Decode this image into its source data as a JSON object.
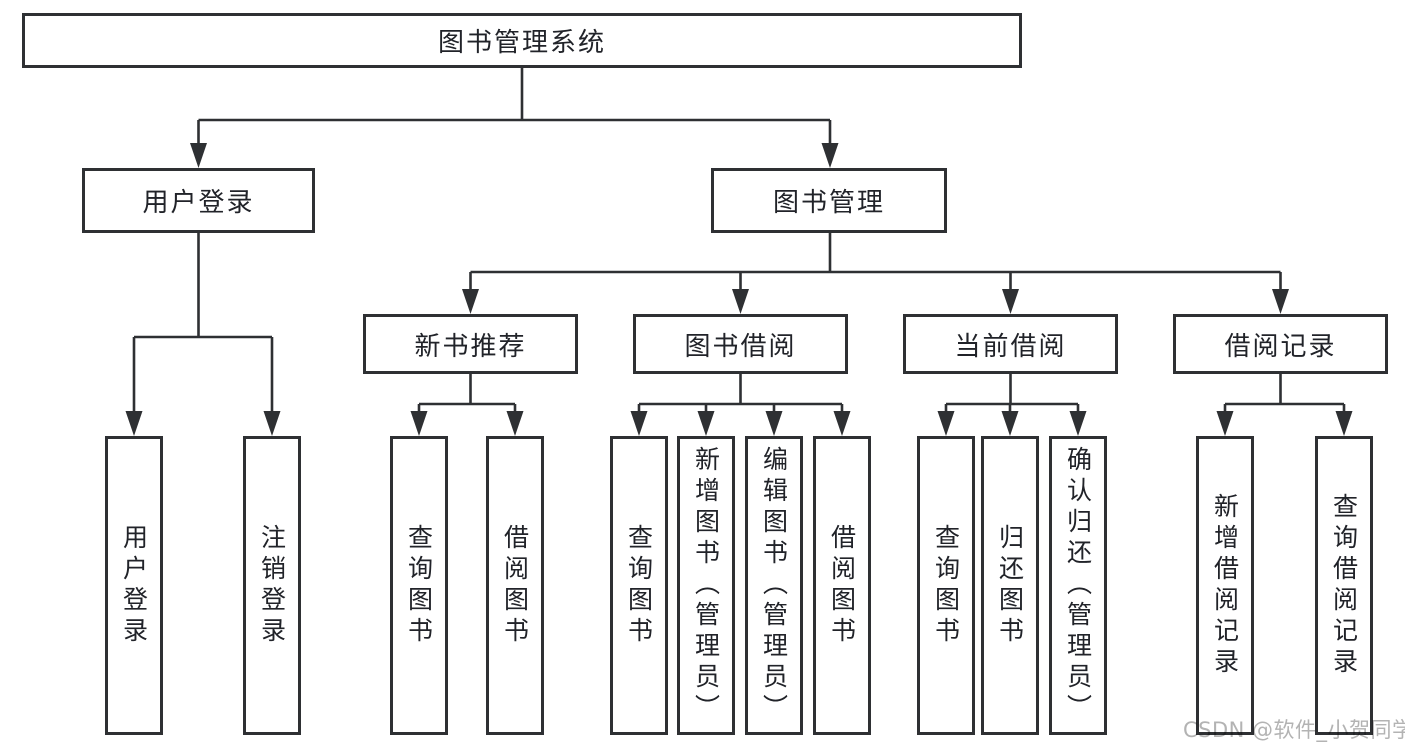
{
  "nodes": {
    "root": {
      "label": "图书管理系统"
    },
    "branches": [
      {
        "label": "用户登录",
        "children": [
          {
            "label": "用户登录"
          },
          {
            "label": "注销登录"
          }
        ]
      },
      {
        "label": "图书管理",
        "children": [
          {
            "label": "新书推荐",
            "children": [
              {
                "label": "查询图书"
              },
              {
                "label": "借阅图书"
              }
            ]
          },
          {
            "label": "图书借阅",
            "children": [
              {
                "label": "查询图书"
              },
              {
                "label": "新增图书（管理员）"
              },
              {
                "label": "编辑图书（管理员）"
              },
              {
                "label": "借阅图书"
              }
            ]
          },
          {
            "label": "当前借阅",
            "children": [
              {
                "label": "查询图书"
              },
              {
                "label": "归还图书"
              },
              {
                "label": "确认归还（管理员）"
              }
            ]
          },
          {
            "label": "借阅记录",
            "children": [
              {
                "label": "新增借阅记录"
              },
              {
                "label": "查询借阅记录"
              }
            ]
          }
        ]
      }
    ]
  },
  "watermark": {
    "text": "CSDN @软件_小贺同学"
  },
  "colors": {
    "line": "#2e3033",
    "text": "#212329",
    "watermark": "#b3b3b3",
    "background": "#ffffff"
  }
}
